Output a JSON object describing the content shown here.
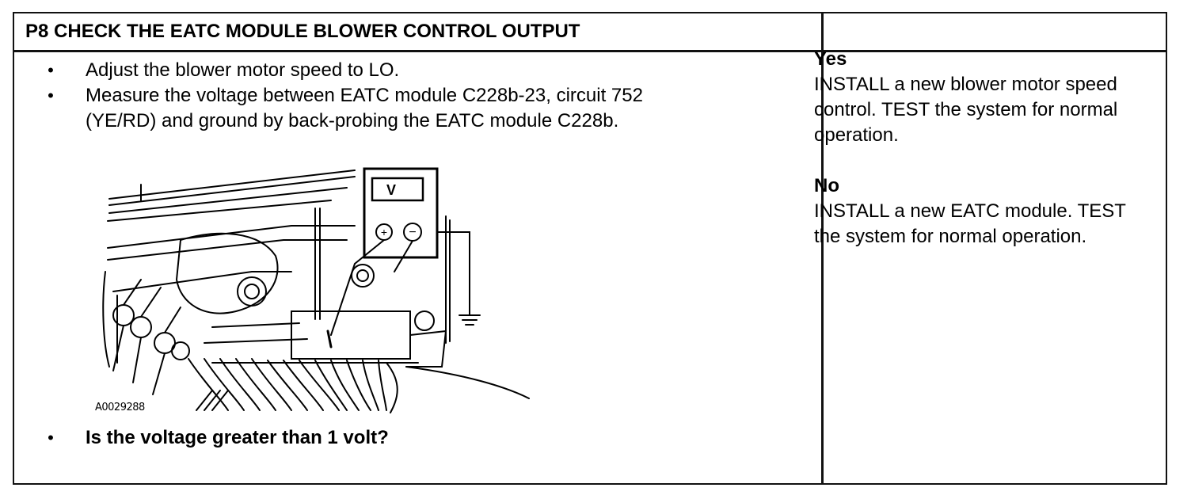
{
  "step": {
    "header": "P8 CHECK THE EATC MODULE BLOWER CONTROL OUTPUT",
    "instructions": [
      {
        "line1": "Adjust the blower motor speed to LO."
      },
      {
        "line1": "Measure the voltage between EATC module C228b-23, circuit 752",
        "line2": "(YE/RD) and ground by back-probing the EATC module C228b."
      }
    ],
    "question": "Is the voltage greater than 1 volt?",
    "figure": {
      "code": "A0029288",
      "meter_label": "V",
      "plus_symbol": "+",
      "minus_symbol": "−"
    }
  },
  "answers": {
    "yes": {
      "label": "Yes",
      "text": "INSTALL a new blower motor speed control. TEST the system for normal operation."
    },
    "no": {
      "label": "No",
      "text": "INSTALL a new EATC module. TEST the system for normal operation."
    }
  }
}
